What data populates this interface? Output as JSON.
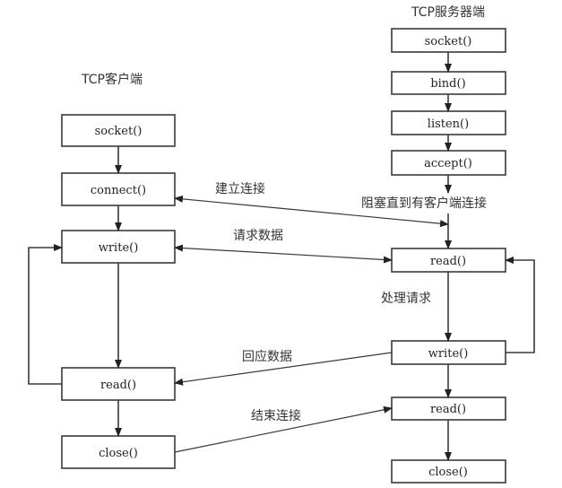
{
  "titles": {
    "client": "TCP客户端",
    "server": "TCP服务器端"
  },
  "client_boxes": [
    {
      "id": "client-socket",
      "label": "socket()"
    },
    {
      "id": "client-connect",
      "label": "connect()"
    },
    {
      "id": "client-write",
      "label": "write()"
    },
    {
      "id": "client-read",
      "label": "read()"
    },
    {
      "id": "client-close",
      "label": "close()"
    }
  ],
  "server_boxes": [
    {
      "id": "server-socket",
      "label": "socket()"
    },
    {
      "id": "server-bind",
      "label": "bind()"
    },
    {
      "id": "server-listen",
      "label": "listen()"
    },
    {
      "id": "server-accept",
      "label": "accept()"
    },
    {
      "id": "server-read",
      "label": "read()"
    },
    {
      "id": "server-write",
      "label": "write()"
    },
    {
      "id": "server-read-2",
      "label": "read()"
    },
    {
      "id": "server-close",
      "label": "close()"
    }
  ],
  "messages": {
    "establish": "建立连接",
    "request": "请求数据",
    "response": "回应数据",
    "end": "结束连接"
  },
  "annotations": {
    "block": "阻塞直到有客户端连接",
    "process": "处理请求"
  }
}
